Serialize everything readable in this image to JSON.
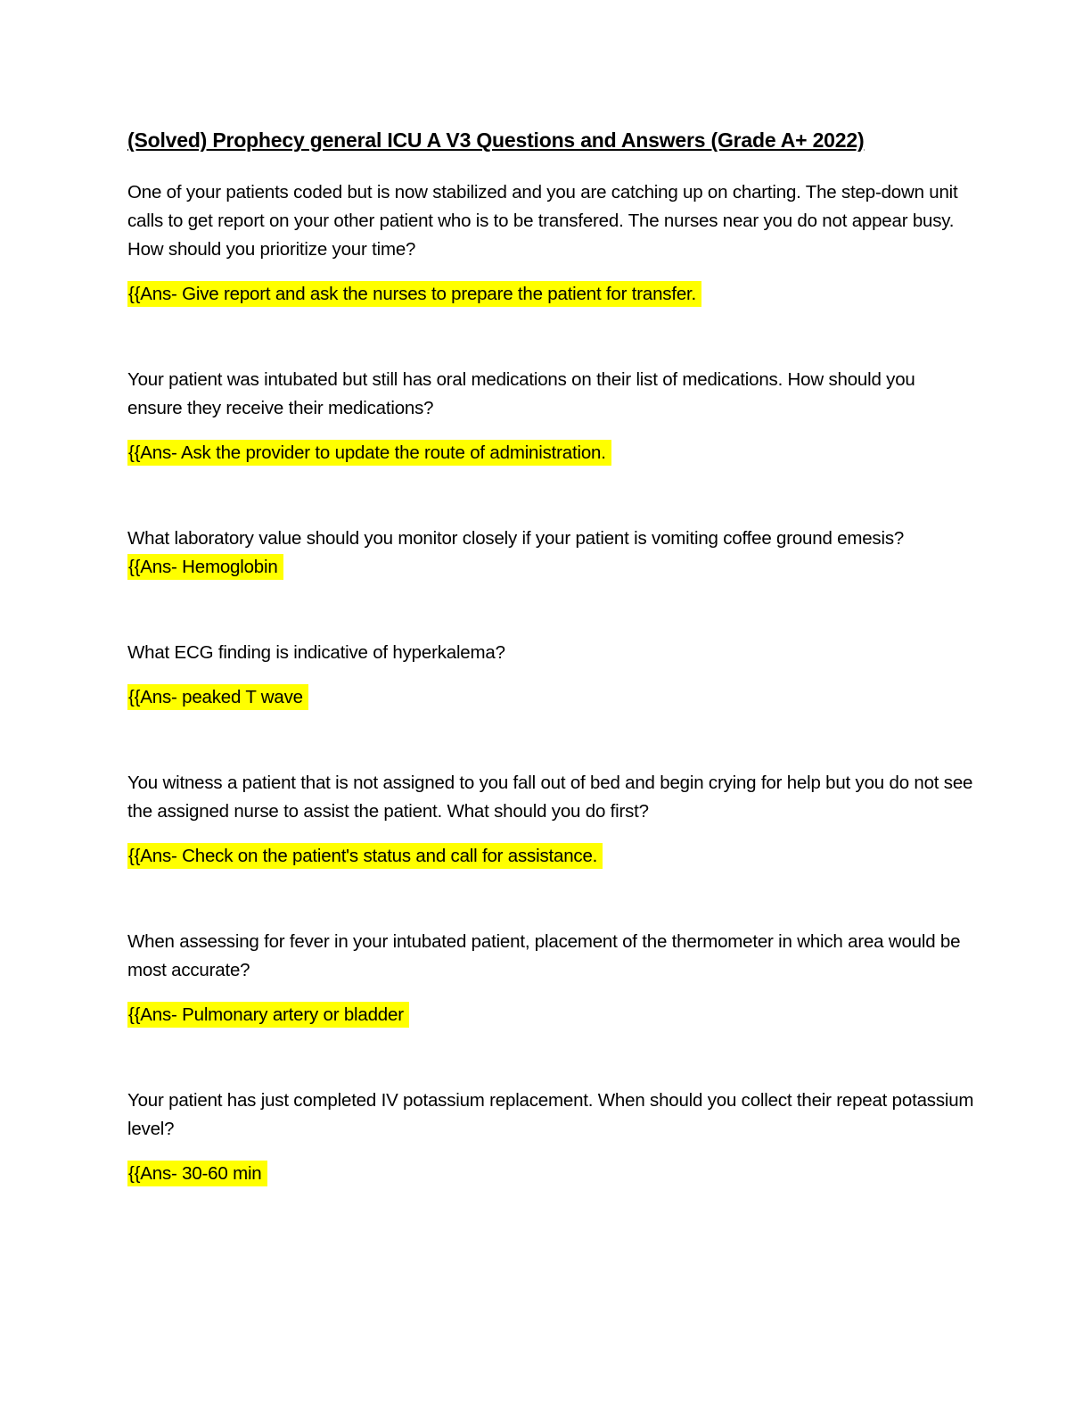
{
  "document": {
    "title": "(Solved) Prophecy general ICU A V3 Questions and Answers (Grade A+ 2022)",
    "qa": [
      {
        "question": "One of your patients coded but is now stabilized and you are catching up on charting. The step-down unit calls to get report on your other patient who is to be transfered. The nurses near you do not appear busy. How should you prioritize your time?",
        "answer": "{{Ans- Give report and ask the nurses to prepare the patient for transfer."
      },
      {
        "question": "Your patient was intubated but still has oral medications on their list of medications. How should you ensure they receive their medications?",
        "answer": "{{Ans- Ask the provider to update the route of administration."
      },
      {
        "question": "What laboratory value should you monitor closely if your patient is vomiting coffee ground emesis?",
        "answer": "{{Ans- Hemoglobin"
      },
      {
        "question": "What ECG finding is indicative of hyperkalema?",
        "answer": "{{Ans- peaked T wave"
      },
      {
        "question": "You witness a patient that is not assigned to you fall out of bed and begin crying for help but you do not see the assigned nurse to assist the patient. What should you do first?",
        "answer": "{{Ans- Check on the patient's status and call for assistance."
      },
      {
        "question": "When assessing for fever in your intubated patient, placement of the thermometer in which area would be most accurate?",
        "answer": "{{Ans- Pulmonary artery or bladder"
      },
      {
        "question": "Your patient has just completed IV potassium replacement. When should you collect their repeat potassium level?",
        "answer": "{{Ans- 30-60 min"
      }
    ]
  },
  "colors": {
    "highlight": "#ffff00",
    "text": "#000000",
    "page_background": "#ffffff"
  }
}
